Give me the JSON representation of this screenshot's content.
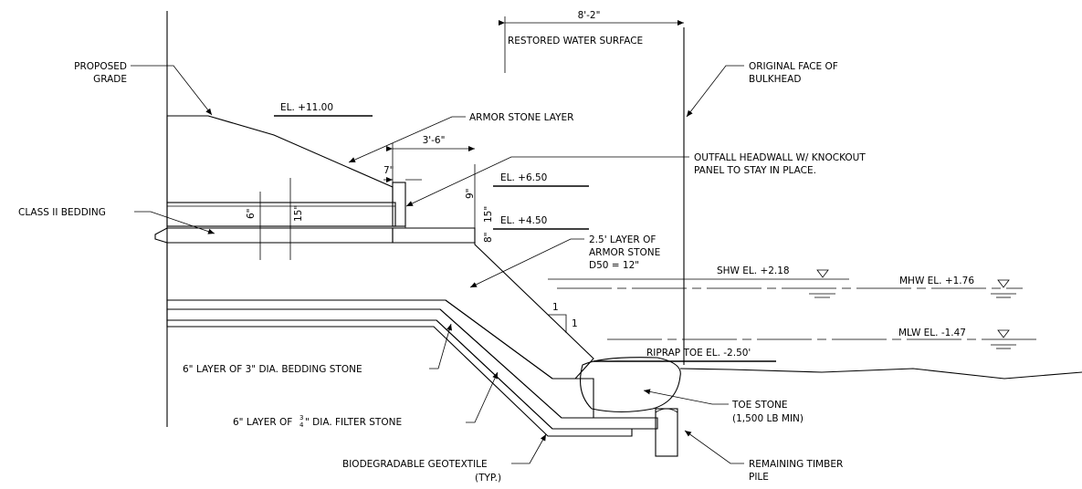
{
  "labels": {
    "dim_top": "8'-2\"",
    "restored_water": "RESTORED WATER SURFACE",
    "proposed_grade_1": "PROPOSED",
    "proposed_grade_2": "GRADE",
    "original_face_1": "ORIGINAL FACE OF",
    "original_face_2": "BULKHEAD",
    "el_11": "EL. +11.00",
    "armor_stone_layer": "ARMOR STONE LAYER",
    "dim_3_6": "3'-6\"",
    "dim_7": "7\"",
    "outfall_1": "OUTFALL HEADWALL W/ KNOCKOUT",
    "outfall_2": "PANEL TO STAY IN PLACE.",
    "el_6_50": "EL. +6.50",
    "el_4_50": "EL. +4.50",
    "class_ii": "CLASS II BEDDING",
    "dim_6": "6\"",
    "dim_15a": "15\"",
    "dim_9": "9\"",
    "dim_15b": "15\"",
    "dim_8": "8\"",
    "armor_25_1": "2.5' LAYER OF",
    "armor_25_2": "ARMOR STONE",
    "armor_25_3": "D50 = 12\"",
    "shw": "SHW EL. +2.18",
    "mhw": "MHW EL. +1.76",
    "mlw": "MLW EL. -1.47",
    "riprap_toe": "RIPRAP TOE EL. -2.50'",
    "slope_1a": "1",
    "slope_1b": "1",
    "bedding_stone": "6\" LAYER OF 3\" DIA. BEDDING STONE",
    "filter_stone_a": "6\" LAYER OF",
    "filter_frac_n": "3",
    "filter_frac_d": "4",
    "filter_stone_b": "\" DIA. FILTER STONE",
    "toe_stone_1": "TOE STONE",
    "toe_stone_2": "(1,500 LB MIN)",
    "geotextile_1": "BIODEGRADABLE GEOTEXTILE",
    "geotextile_2": "(TYP.)",
    "timber_1": "REMAINING TIMBER",
    "timber_2": "PILE"
  }
}
